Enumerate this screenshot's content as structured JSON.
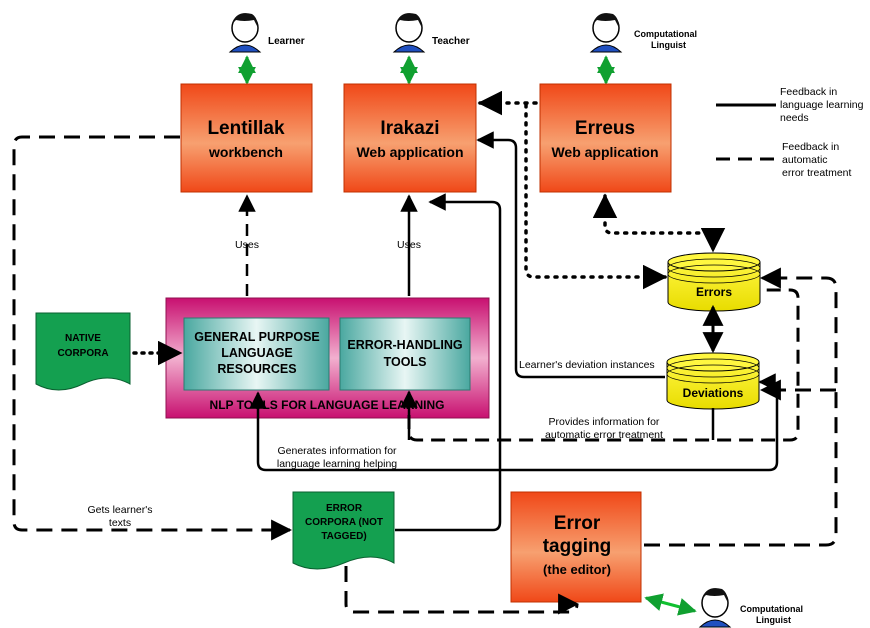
{
  "actors": {
    "learner": "Learner",
    "teacher": "Teacher",
    "comp_ling_top": [
      "Computational",
      "Linguist"
    ],
    "comp_ling_bottom": [
      "Computational",
      "Linguist"
    ]
  },
  "apps": {
    "lentillak": [
      "Lentillak",
      "workbench"
    ],
    "irakazi": [
      "Irakazi",
      "Web application"
    ],
    "erreus": [
      "Erreus",
      "Web application"
    ],
    "error_tagging": [
      "Error",
      "tagging",
      "(the editor)"
    ]
  },
  "nlp_tools": {
    "title": "NLP TOOLS FOR LANGUAGE LEARNING",
    "general": [
      "GENERAL PURPOSE",
      "LANGUAGE",
      "RESOURCES"
    ],
    "error_handling": [
      "ERROR-HANDLING",
      "TOOLS"
    ]
  },
  "documents": {
    "native": [
      "NATIVE",
      "CORPORA"
    ],
    "error_corpora": [
      "ERROR",
      "CORPORA (NOT",
      "TAGGED)"
    ]
  },
  "databases": {
    "errors": "Errors",
    "deviations": "Deviations"
  },
  "labels": {
    "uses_left": "Uses",
    "uses_right": "Uses",
    "deviation_instances": "Learner's deviation instances",
    "provides_info": [
      "Provides information for",
      "automatic error treatment"
    ],
    "generates_info": [
      "Generates information for",
      "language learning helping"
    ],
    "gets_texts": [
      "Gets learner's",
      "texts"
    ]
  },
  "legend": {
    "solid": [
      "Feedback in",
      "language learning",
      "needs"
    ],
    "dashed": [
      "Feedback in",
      "automatic",
      "error treatment"
    ]
  },
  "colors": {
    "app_orange": "#f05020",
    "doc_green": "#14a050",
    "db_yellow": "#f5f000",
    "nlp_magenta": "#c0106a",
    "inner_teal": "#5fb8b0",
    "actor_arrow_green": "#10c030"
  }
}
